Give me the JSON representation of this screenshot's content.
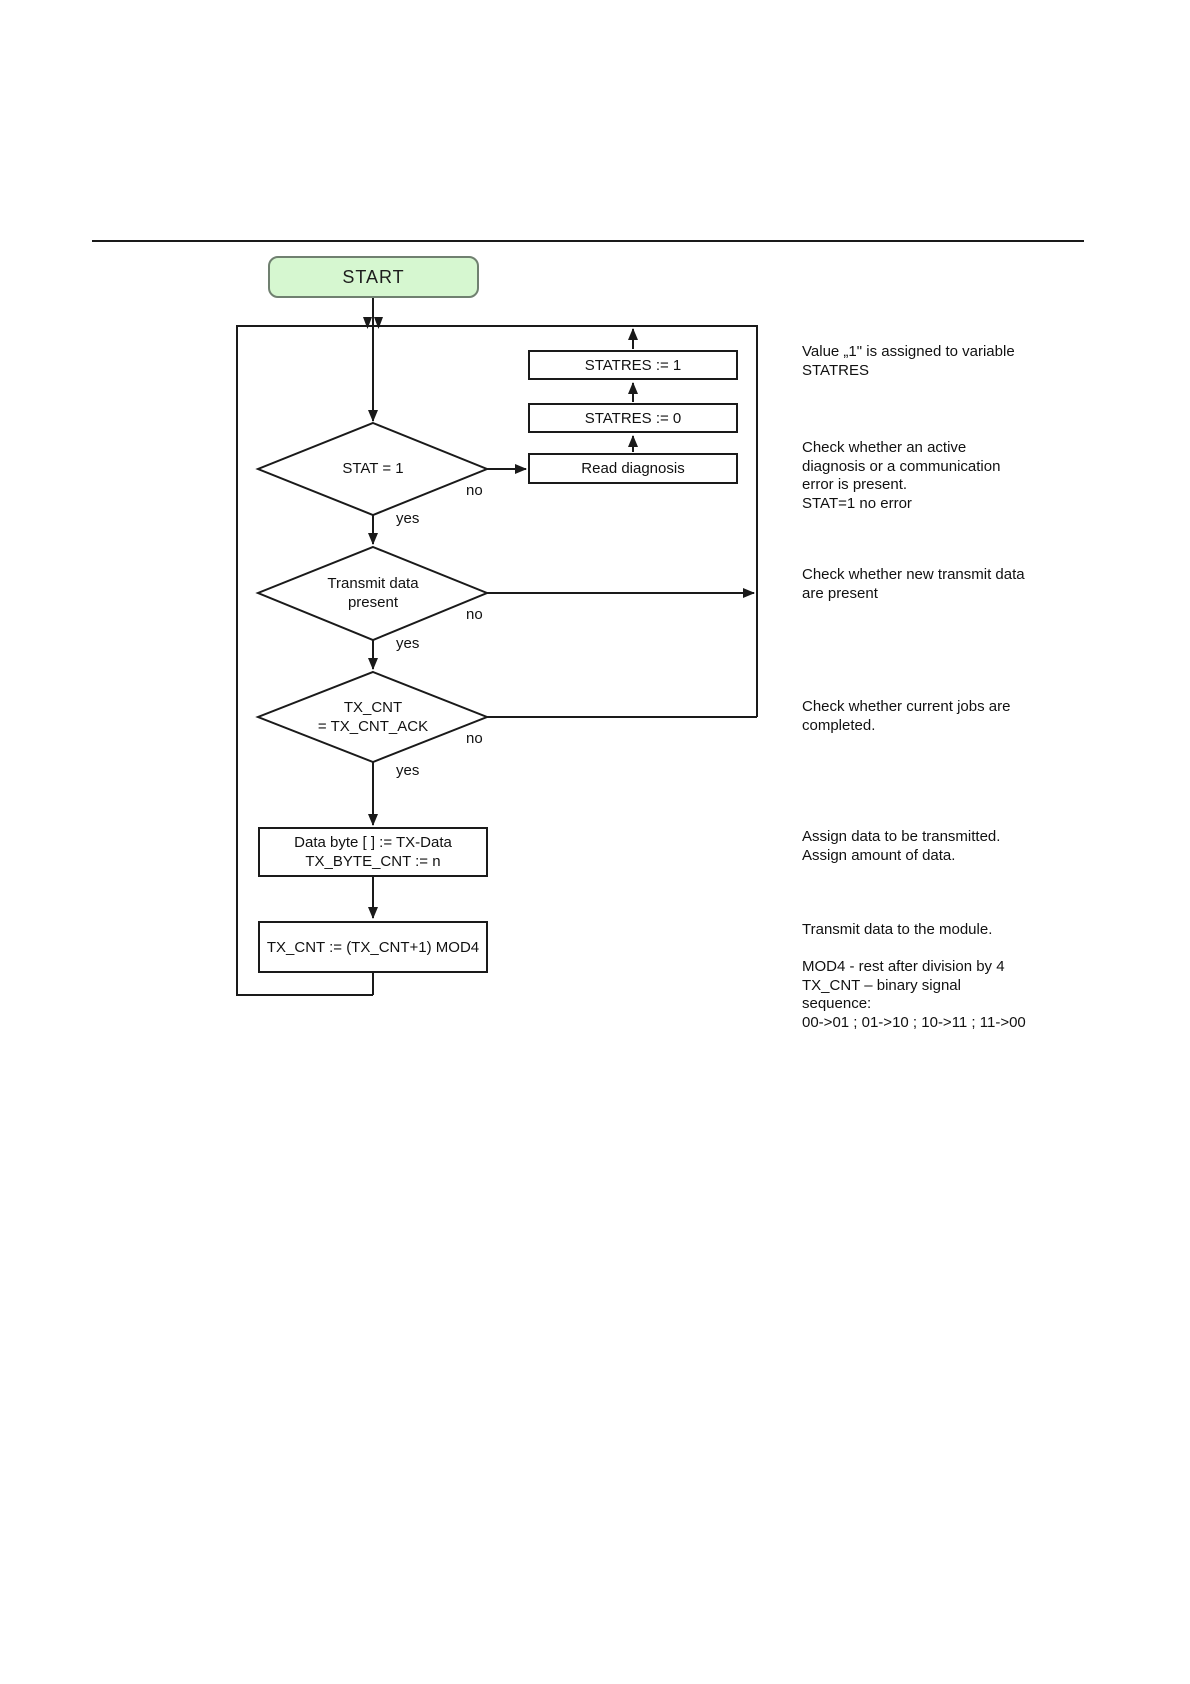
{
  "colors": {
    "line_color": "#1a1a1a",
    "text_color": "#111111",
    "start_fill": "#d6f7d0",
    "start_border": "#708070"
  },
  "flowchart": {
    "start": "START",
    "statres1": "STATRES := 1",
    "statres0": "STATRES := 0",
    "read_diagnosis": "Read diagnosis",
    "stat_decision": "STAT = 1",
    "transmit_decision": "Transmit data\npresent",
    "txcnt_decision": "TX_CNT\n= TX_CNT_ACK",
    "assign_box": "Data byte [ ] := TX-Data\nTX_BYTE_CNT := n",
    "modulo_box": "TX_CNT := (TX_CNT+1) MOD4",
    "labels": {
      "stat_yes": "yes",
      "stat_no": "no",
      "transmit_yes": "yes",
      "transmit_no": "no",
      "txcnt_yes": "yes",
      "txcnt_no": "no"
    }
  },
  "annotations": [
    {
      "text": "Value „1\" is assigned to variable\nSTATRES"
    },
    {
      "text": "Check whether an active\ndiagnosis or a communication\nerror is present.\nSTAT=1 no error"
    },
    {
      "text": "Check whether new transmit data\nare present"
    },
    {
      "text": "Check whether current jobs are\ncompleted."
    },
    {
      "text": "Assign data to be transmitted.\nAssign amount of data."
    },
    {
      "text": "Transmit data to the module."
    },
    {
      "text": "MOD4 - rest after division by 4\nTX_CNT – binary signal\nsequence:\n00->01 ; 01->10 ; 10->11 ; 11->00"
    }
  ]
}
